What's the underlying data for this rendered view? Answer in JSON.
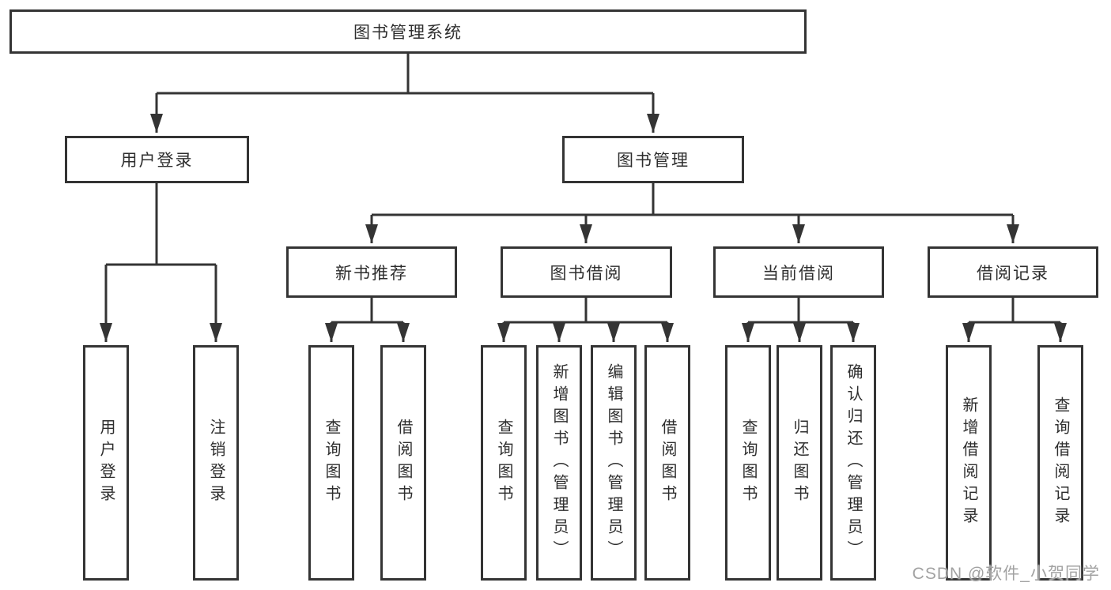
{
  "diagram": {
    "type": "hierarchy-tree",
    "colors": {
      "line": "#343434",
      "box_border": "#343434",
      "box_bg": "#ffffff",
      "text": "#2e2e2e",
      "watermark": "#a2a2a2"
    },
    "root": {
      "label": "图书管理系统"
    },
    "level2": [
      {
        "label": "用户登录"
      },
      {
        "label": "图书管理"
      }
    ],
    "level3": [
      {
        "label": "新书推荐",
        "parent": "图书管理"
      },
      {
        "label": "图书借阅",
        "parent": "图书管理"
      },
      {
        "label": "当前借阅",
        "parent": "图书管理"
      },
      {
        "label": "借阅记录",
        "parent": "图书管理"
      }
    ],
    "leaves": [
      {
        "label": "用户登录",
        "parent": "用户登录"
      },
      {
        "label": "注销登录",
        "parent": "用户登录"
      },
      {
        "label": "查询图书",
        "parent": "新书推荐"
      },
      {
        "label": "借阅图书",
        "parent": "新书推荐"
      },
      {
        "label": "查询图书",
        "parent": "图书借阅"
      },
      {
        "label": "新增图书（管理员）",
        "parent": "图书借阅"
      },
      {
        "label": "编辑图书（管理员）",
        "parent": "图书借阅"
      },
      {
        "label": "借阅图书",
        "parent": "图书借阅"
      },
      {
        "label": "查询图书",
        "parent": "当前借阅"
      },
      {
        "label": "归还图书",
        "parent": "当前借阅"
      },
      {
        "label": "确认归还（管理员）",
        "parent": "当前借阅"
      },
      {
        "label": "新增借阅记录",
        "parent": "借阅记录"
      },
      {
        "label": "查询借阅记录",
        "parent": "借阅记录"
      }
    ]
  },
  "watermark": "CSDN @软件_小贺同学"
}
